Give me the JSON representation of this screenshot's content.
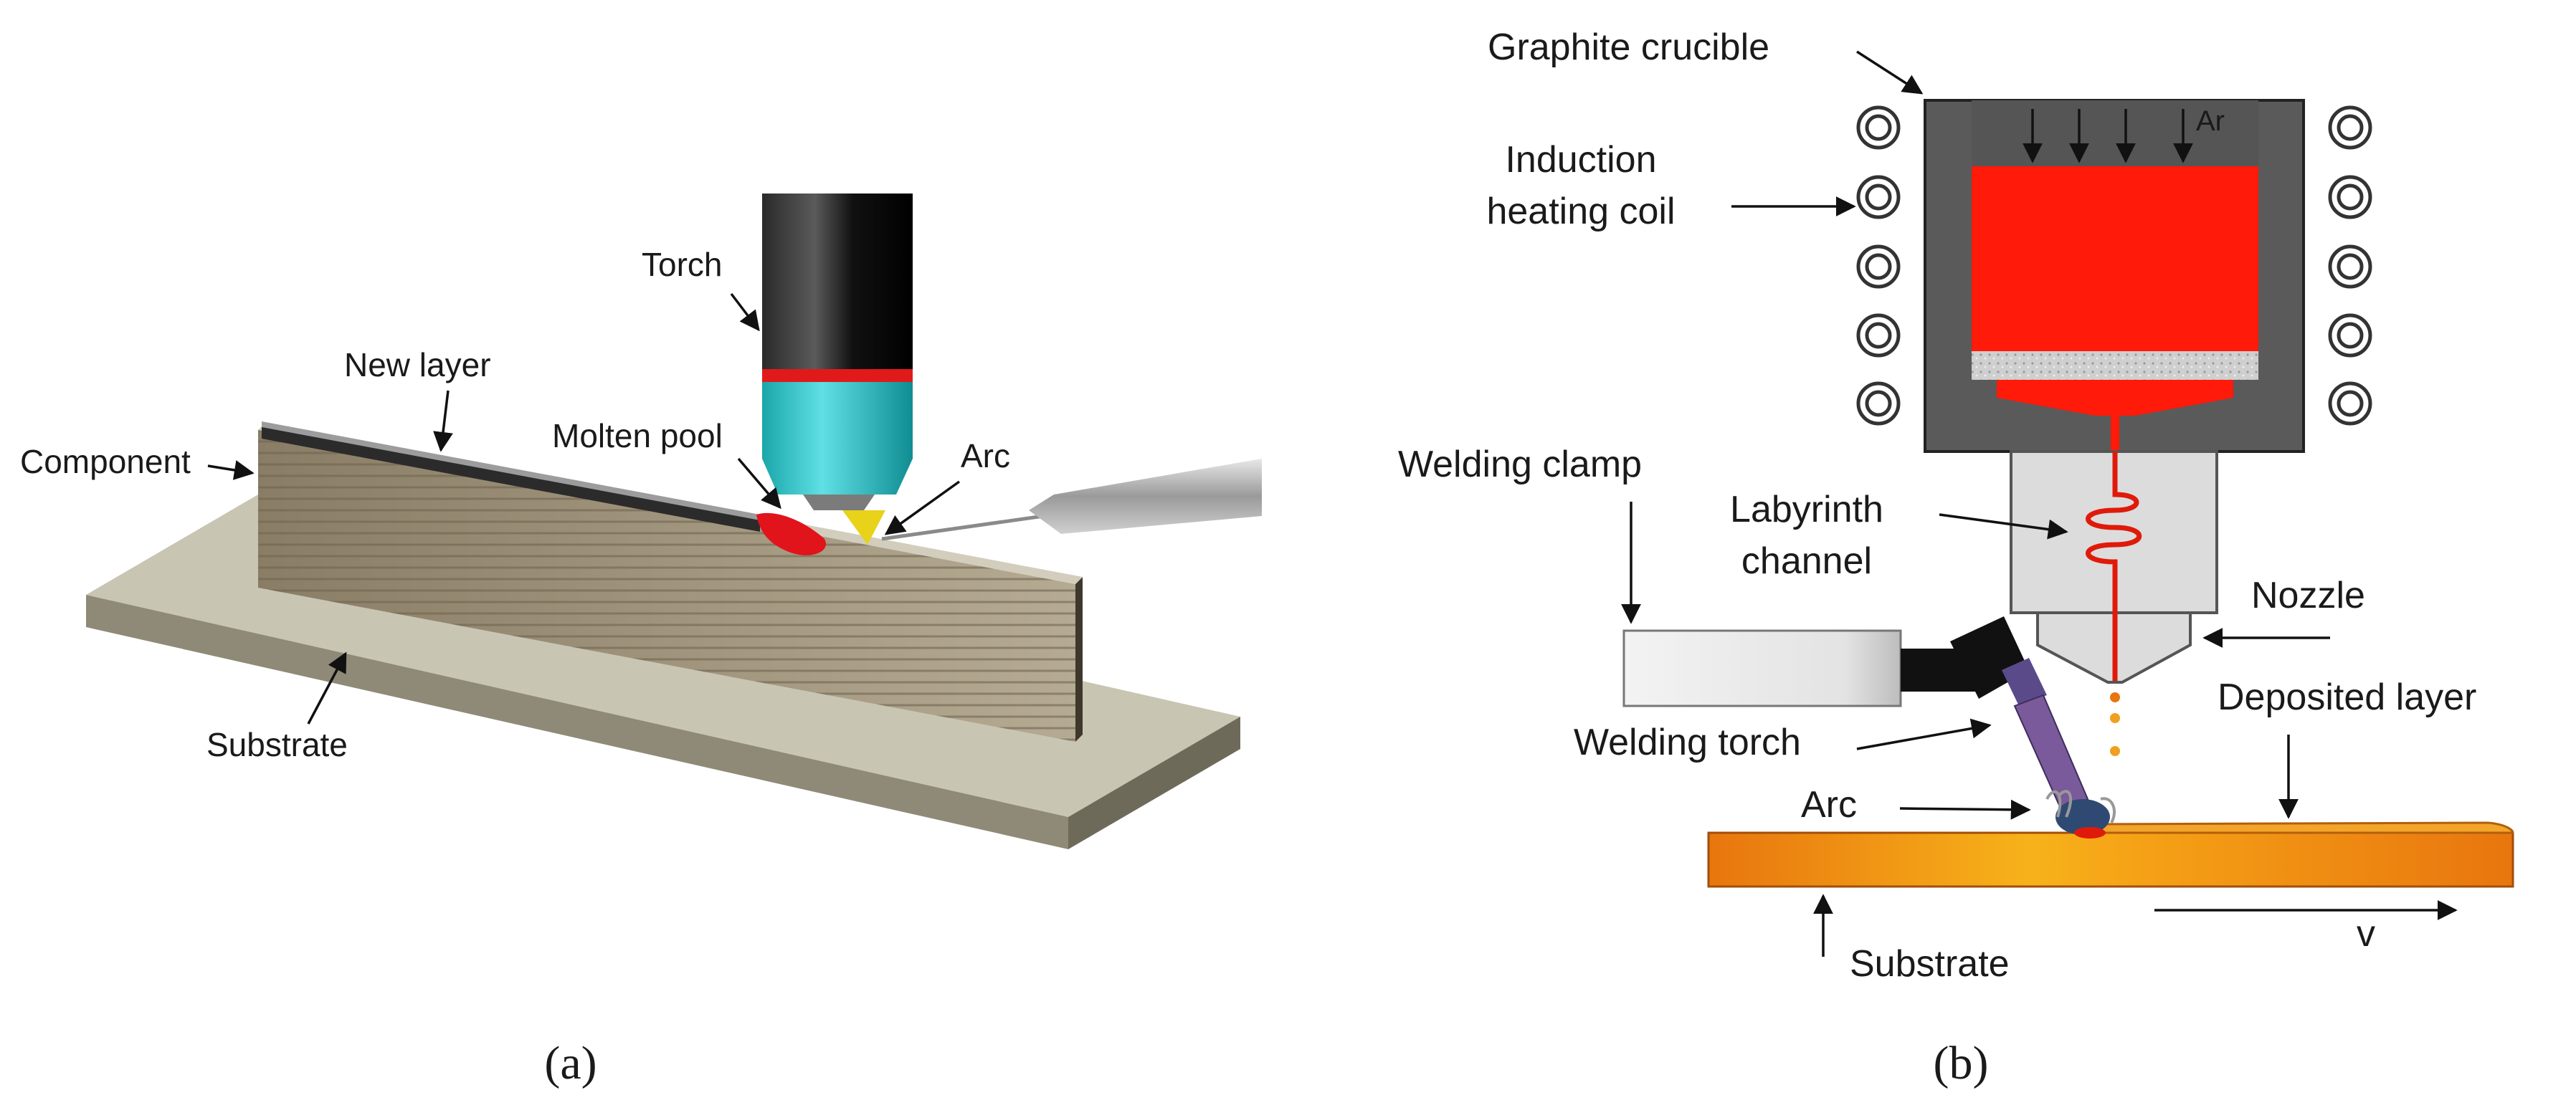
{
  "panel_a": {
    "labels": {
      "torch": "Torch",
      "new_layer": "New layer",
      "component": "Component",
      "molten_pool": "Molten pool",
      "arc": "Arc",
      "substrate": "Substrate"
    },
    "caption": "(a)"
  },
  "panel_b": {
    "labels": {
      "graphite_crucible": "Graphite crucible",
      "ar": "Ar",
      "induction_line1": "Induction",
      "induction_line2": "heating coil",
      "welding_clamp": "Welding clamp",
      "labyrinth_line1": "Labyrinth",
      "labyrinth_line2": "channel",
      "nozzle": "Nozzle",
      "deposited_layer": "Deposited layer",
      "welding_torch": "Welding torch",
      "arc": "Arc",
      "substrate": "Substrate",
      "v": "v"
    },
    "caption": "(b)"
  },
  "colors": {
    "molten_red": "#ff1a0a",
    "crucible_gray": "#5a5a5a",
    "substrate_orange": "#e8760e",
    "torch_cyan": "#2fc4c8",
    "torch_purple": "#7a5a9a",
    "clamp_white": "#ededed"
  }
}
